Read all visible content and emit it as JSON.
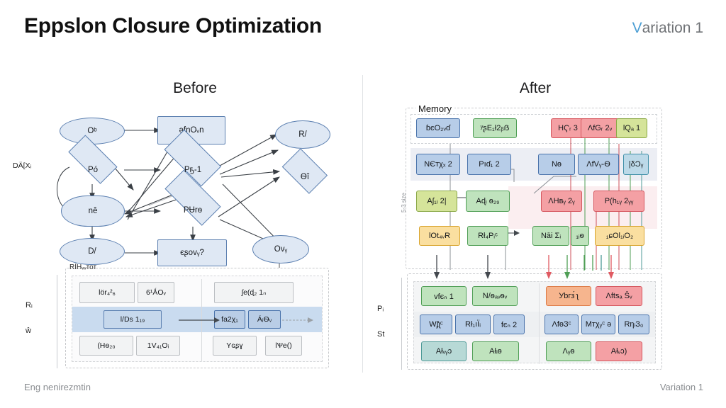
{
  "header": {
    "title": "Eppslon Closure Optimization",
    "badge_lead": "V",
    "badge_rest": "ariation 1"
  },
  "panels": {
    "before_heading": "Before",
    "after_heading": "After"
  },
  "before_diagram": {
    "edge_note": "DÄ[Xᵢ",
    "nodes": [
      {
        "id": "n1",
        "label": "Oᵇ",
        "shape": "ellipse"
      },
      {
        "id": "n2",
        "label": "ǝfnOᵥn",
        "shape": "rect"
      },
      {
        "id": "n3",
        "label": "R/",
        "shape": "ellipse"
      },
      {
        "id": "n4",
        "label": "Pó",
        "shape": "diamond"
      },
      {
        "id": "n5",
        "label": "Pҕ-1",
        "shape": "diamond"
      },
      {
        "id": "n6",
        "label": "Ѳî",
        "shape": "diamond"
      },
      {
        "id": "n7",
        "label": "nê",
        "shape": "lens"
      },
      {
        "id": "n8",
        "label": "PɄrѳ",
        "shape": "diamond"
      },
      {
        "id": "n9",
        "label": "D/",
        "shape": "ellipse"
      },
      {
        "id": "n10",
        "label": "єʂovᵧ?",
        "shape": "rect"
      },
      {
        "id": "n11",
        "label": "Ovᵧ",
        "shape": "ellipse"
      }
    ]
  },
  "before_subpanel": {
    "caption": "RÍHᵥᵥтот",
    "margin_ticks": [
      "Rᵢ",
      "ŵ"
    ],
    "rows": [
      {
        "style": "plain",
        "cells": [
          {
            "label": "lör₄²₆",
            "style": "grey"
          },
          {
            "label": "6¹ǺOᵥ",
            "style": "grey"
          },
          {
            "label": "ʃe(ɖ₂ 1ₙ",
            "style": "grey"
          }
        ]
      },
      {
        "style": "highlight",
        "cells": [
          {
            "label": "l/Dѕ 1₁₉",
            "style": "bluelt"
          },
          {
            "label": "fа2χ₁",
            "style": "blue"
          },
          {
            "label": "ÁᵢѲᵥ",
            "style": "blue"
          }
        ]
      },
      {
        "style": "plain",
        "cells": [
          {
            "label": "(Hѳ₂₀",
            "style": "grey"
          },
          {
            "label": "1V₄₁Oᵢ",
            "style": "grey"
          },
          {
            "label": "Yɢʂɣ",
            "style": "grey"
          },
          {
            "label": "lѰe()",
            "style": "grey"
          }
        ]
      }
    ]
  },
  "after_memory": {
    "label": "Memory",
    "side_note": "5-3 size",
    "rows": [
      {
        "band": "dashed",
        "cells": [
          {
            "label": "ɓєO₂ᵥɗ",
            "style": "blue"
          },
          {
            "label": "ʸʂE₁ł2ᵦẞ",
            "style": "green"
          },
          {
            "label": "HҀᵣ 3",
            "style": "red"
          },
          {
            "label": "ΛfGᵣ 2ᵥ",
            "style": "red"
          },
          {
            "label": "lQₐ 1",
            "style": "greenyellow"
          }
        ]
      },
      {
        "band": "lavender",
        "cells": [
          {
            "label": "NЄтχₓ 2",
            "style": "blue"
          },
          {
            "label": "Рıɗ₁ 2",
            "style": "blue"
          },
          {
            "label": "Nѳ",
            "style": "blue"
          },
          {
            "label": "ΛfVᵧ-Ѳ",
            "style": "blue"
          },
          {
            "label": "|δƆᵧ",
            "style": "bluegreen"
          }
        ]
      },
      {
        "band": "pinkband",
        "cells": [
          {
            "label": "Aʃ₁ᵢ 2|",
            "style": "greenyellow"
          },
          {
            "label": "Aɖᵢ ѳ₂₉",
            "style": "green"
          },
          {
            "label": "ΛHвᵧ 2ᵧ",
            "style": "red"
          },
          {
            "label": "Р(h₁ᵧ 2ᵧᵧ",
            "style": "red"
          }
        ]
      },
      {
        "band": "plain",
        "cells": [
          {
            "label": "lOt₄ᵥR",
            "style": "yellow"
          },
          {
            "label": "Rł₄Рᵢᶜ",
            "style": "green"
          },
          {
            "label": "Nāі Σᵢ",
            "style": "green"
          },
          {
            "label": "₁ᵢѳ",
            "style": "green"
          },
          {
            "label": "₁ɕOl₁ᵢO₂",
            "style": "yellow"
          }
        ]
      }
    ]
  },
  "after_subpanel": {
    "margin_ticks": [
      "Pᵢ",
      "St"
    ],
    "rows": [
      {
        "cells": [
          {
            "label": "vfєₙ 1",
            "style": "green"
          },
          {
            "label": "N/ѳₐᵥѳᵥ",
            "style": "green"
          },
          {
            "label": "Уbгз́ ʅ",
            "style": "orange"
          },
          {
            "label": "Λftѕₐ Ŝᵥ",
            "style": "red"
          }
        ]
      },
      {
        "cells": [
          {
            "label": "Wʄʅᶜ",
            "style": "blue"
          },
          {
            "label": "Rł₁ıÏᵢ",
            "style": "blue"
          },
          {
            "label": "fєₙ 2",
            "style": "blue"
          },
          {
            "label": "ΛfѳЗᶜ",
            "style": "blue"
          },
          {
            "label": "Mтχᵧᶜ ǝ",
            "style": "blue"
          },
          {
            "label": "RηᵢЗ₀",
            "style": "blue"
          }
        ]
      },
      {
        "cells": [
          {
            "label": "Ałᵥᵧɔ",
            "style": "teal"
          },
          {
            "label": "Ałᵢѳ",
            "style": "green"
          },
          {
            "label": "Λᵧѳ",
            "style": "green"
          },
          {
            "label": "Ałᵥɔ)",
            "style": "red"
          }
        ]
      }
    ]
  },
  "footer": {
    "left": "Eng nenirezmtin",
    "right": "Variation 1"
  }
}
